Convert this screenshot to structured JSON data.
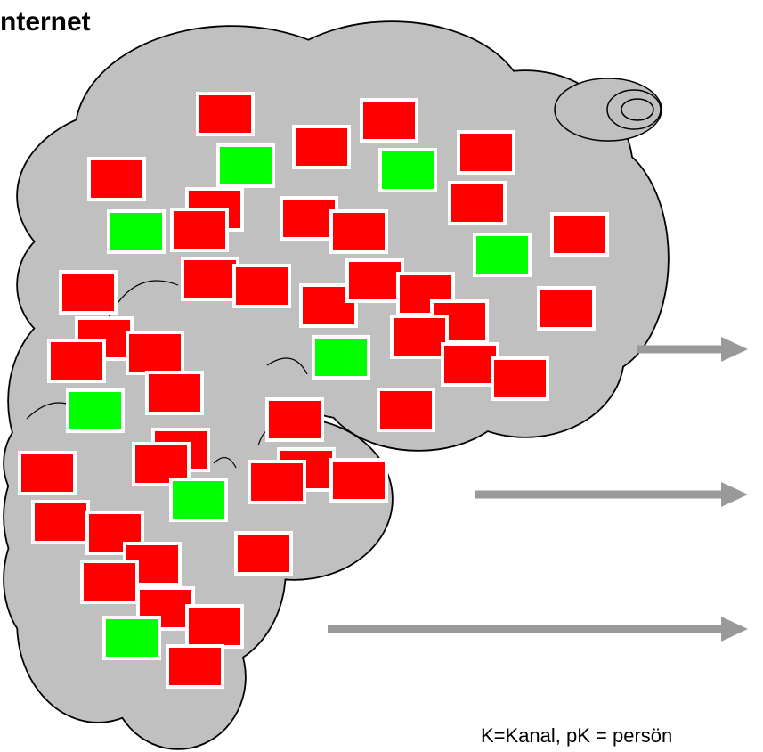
{
  "title": "nternet",
  "footnote": "K=Kanal, pK = persön",
  "colors": {
    "cloud_fill": "#c0c0c0",
    "cloud_stroke": "#000000",
    "node_red": "#ff0000",
    "node_green": "#00ff00",
    "node_border": "#ffffff",
    "arrow": "#999999"
  },
  "legend": {
    "red_nodes": "red rectangles",
    "green_nodes": "green rectangles"
  }
}
